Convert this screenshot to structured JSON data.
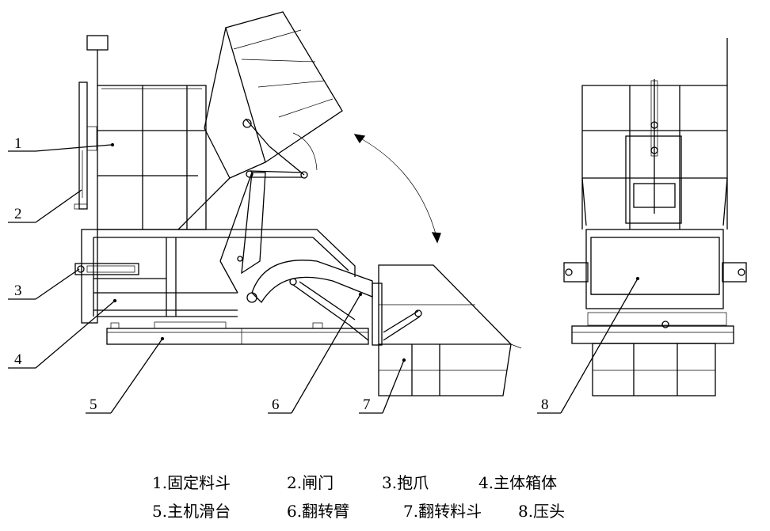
{
  "callouts": [
    "1",
    "2",
    "3",
    "4",
    "5",
    "6",
    "7",
    "8"
  ],
  "legend": [
    "1.固定料斗",
    "2.闸门",
    "3.抱爪",
    "4.主体箱体",
    "5.主机滑台",
    "6.翻转臂",
    "7.翻转料斗",
    "8.压头"
  ]
}
